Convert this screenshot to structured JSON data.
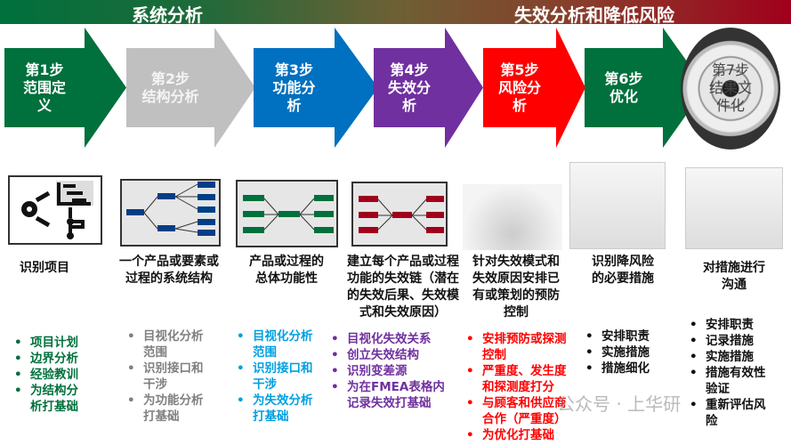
{
  "header": {
    "left": "系统分析",
    "right": "失效分析和降低风险"
  },
  "steps": [
    {
      "label": "第1步\n范围定\n义",
      "color": "#00703c"
    },
    {
      "label": "第2步\n结构分析",
      "color": "#c0c0c0"
    },
    {
      "label": "第3步\n功能分\n析",
      "color": "#0070c0"
    },
    {
      "label": "第4步\n失效分\n析",
      "color": "#7030a0"
    },
    {
      "label": "第5步\n风险分\n析",
      "color": "#ff0000"
    },
    {
      "label": "第6步\n优化",
      "color": "#00703c"
    },
    {
      "label": "第7步\n结果文\n件化",
      "color": "#dddddd"
    }
  ],
  "descriptions": [
    "识别项目",
    "一个产品或要素或\n过程的系统结构",
    "产品或过程的\n总体功能性",
    "建立每个产品或过程\n功能的失效链（潜在\n的失效后果、失效模\n式和失效原因）",
    "针对失效模式和\n失效原因安排已\n有或策划的预防\n控制",
    "识别降风险\n的必要措施",
    "对措施进行\n沟通"
  ],
  "bullets": [
    {
      "color": "#00703c",
      "items": [
        "项目计划",
        "边界分析",
        "经验教训",
        "为结构分\n析打基础"
      ]
    },
    {
      "color": "#808080",
      "items": [
        "目视化分析\n范围",
        "识别接口和\n干涉",
        "为功能分析\n打基础"
      ]
    },
    {
      "color": "#00a0e0",
      "items": [
        "目视化分析\n范围",
        "识别接口和\n干涉",
        "为失效分析\n打基础"
      ]
    },
    {
      "color": "#7030a0",
      "items": [
        "目视化失效关系",
        "创立失效结构",
        "识别变差源",
        "为在FMEA表格内\n记录失效打基础"
      ]
    },
    {
      "color": "#ff0000",
      "items": [
        "安排预防或探测\n控制",
        "严重度、发生度\n和探测度打分",
        "与顾客和供应商\n合作（严重度）",
        "为优化打基础"
      ]
    },
    {
      "color": "#111111",
      "items": [
        "安排职责",
        "实施措施",
        "措施细化"
      ]
    },
    {
      "color": "#111111",
      "items": [
        "安排职责",
        "记录措施",
        "实施措施",
        "措施有效性\n验证",
        "重新评估风\n险"
      ]
    }
  ],
  "watermark": "公众号 · 上华研"
}
